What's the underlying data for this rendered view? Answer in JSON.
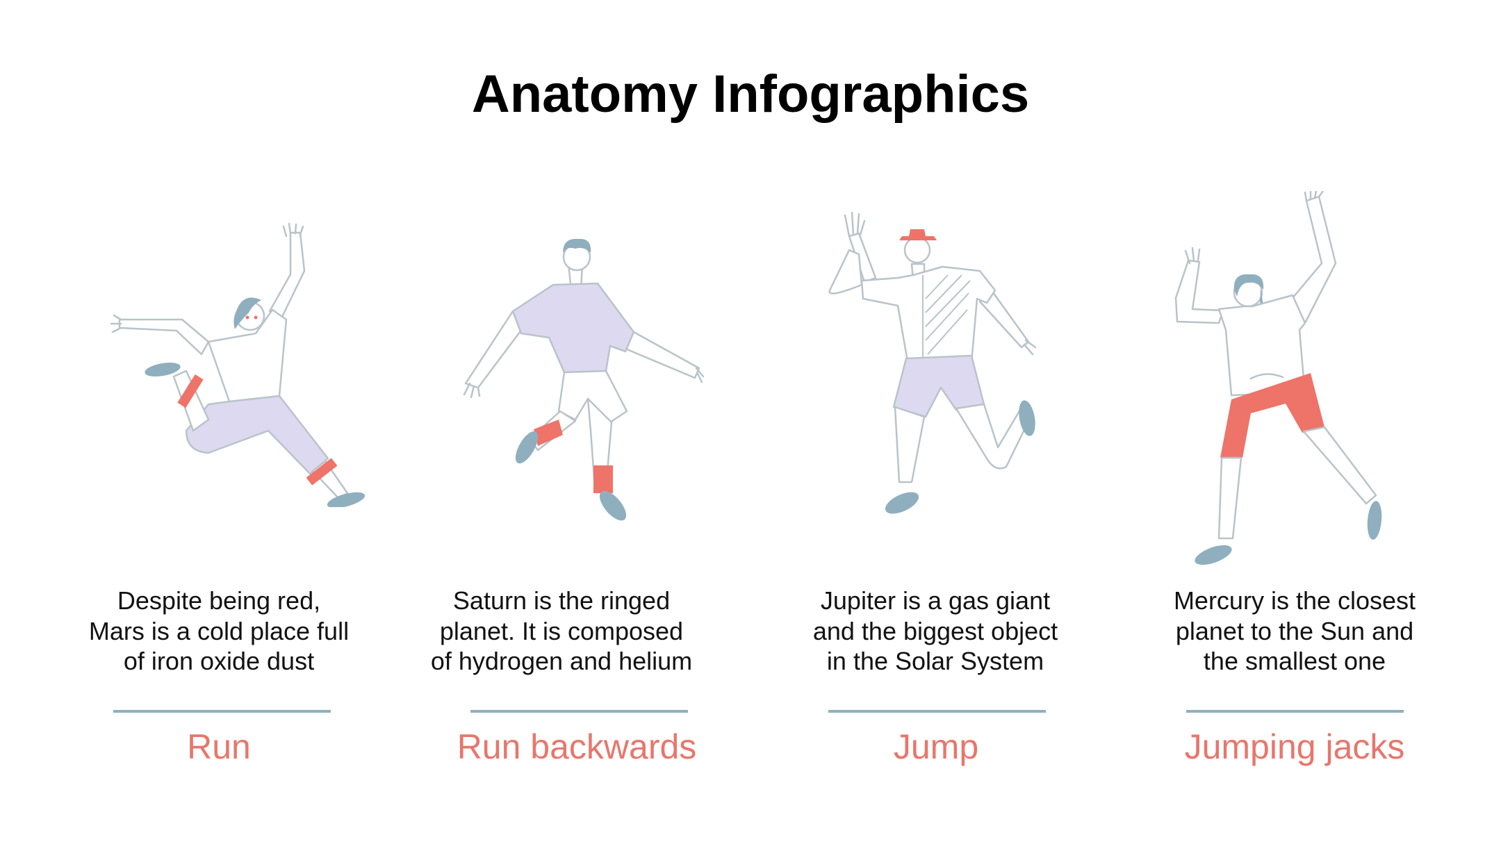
{
  "title": "Anatomy Infographics",
  "colors": {
    "label": "#E8766B",
    "rule": "#8FAFBF",
    "lavender": "#DCD9F0",
    "coral": "#EE7368",
    "slate": "#8FAFBF"
  },
  "items": [
    {
      "description": "Despite being red, Mars is a cold place full of iron oxide dust",
      "label": "Run"
    },
    {
      "description": "Saturn is the ringed planet. It is composed of hydrogen and helium",
      "label": "Run backwards"
    },
    {
      "description": "Jupiter is a gas giant and the biggest object in the Solar System",
      "label": "Jump"
    },
    {
      "description": "Mercury is the closest planet to the Sun and the smallest one",
      "label": "Jumping jacks"
    }
  ]
}
